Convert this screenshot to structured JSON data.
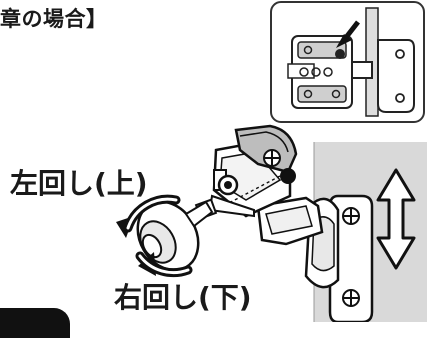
{
  "title": "章の場合】",
  "rotation_up_label": "左回し(上)",
  "rotation_down_label": "右回し(下)",
  "colors": {
    "ink": "#1a1a1a",
    "panel_gray": "#d9d9d9",
    "inset_border": "#333333"
  },
  "icons": {
    "inset_pointer": "down-left-arrow",
    "direction": "vertical-double-arrow",
    "rotation": "circular-arrows"
  }
}
